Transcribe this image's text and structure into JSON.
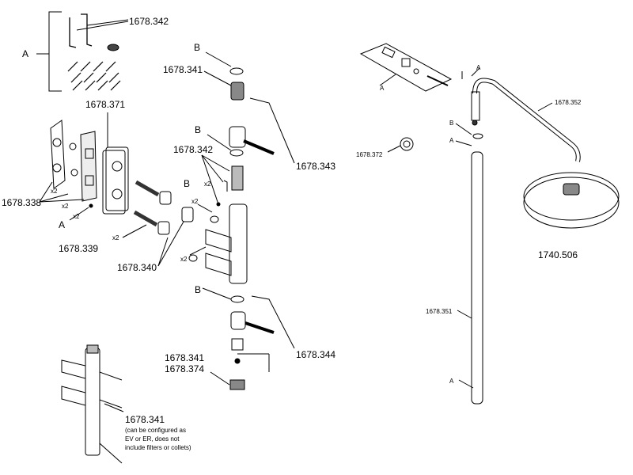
{
  "labels": {
    "hex_keys": "1678.342",
    "bracket_a": "A",
    "bolt_top": "1678.341",
    "b_top": "B",
    "mixer_front": "1678.371",
    "b_mid": "B",
    "mixer_part": "1678.342",
    "handle_top": "1678.343",
    "backplate": "1678.338",
    "a_left": "A",
    "b_left": "B",
    "hoses": "1678.339",
    "nuts": "1678.340",
    "b_lower": "B",
    "handle_bottom": "1678.344",
    "cap_1": "1678.341",
    "cap_2": "1678.374",
    "valve_body": "1678.341",
    "valve_note_1": "(can be configured as",
    "valve_note_2": "EV or ER, does not",
    "valve_note_3": "include filters or collets)",
    "kit_a": "A",
    "screw_a": "A",
    "arm": "1678.352",
    "b_right": "B",
    "a_right": "A",
    "wall_part": "1678.372",
    "showerhead": "1740.506",
    "riser": "1678.351",
    "a_bottom": "A"
  },
  "multipliers": {
    "x2_a": "x2",
    "x2_b": "x2",
    "x2_c": "x2",
    "x2_d": "x2",
    "x2_e": "x2",
    "x2_f": "x2",
    "x2_g": "x2"
  }
}
